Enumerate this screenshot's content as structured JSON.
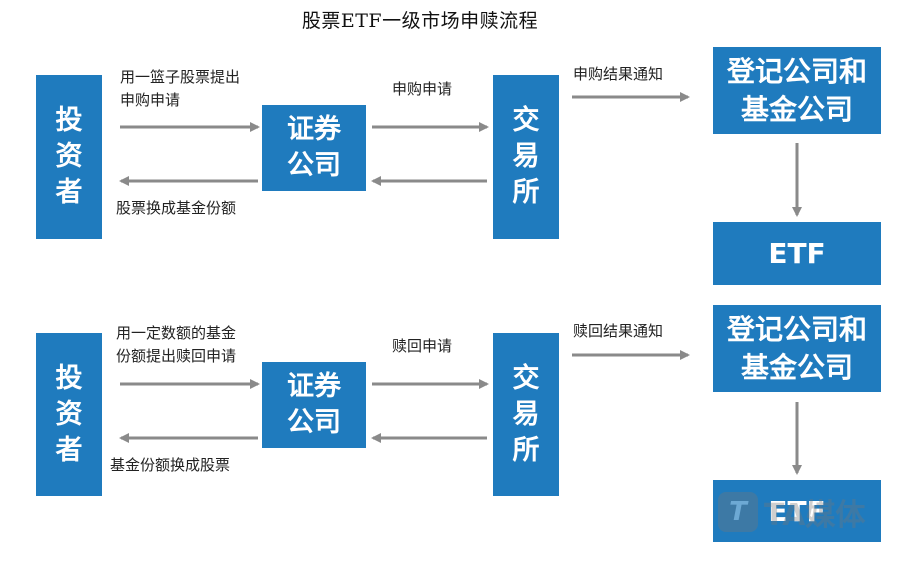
{
  "title": "股票ETF一级市场申赎流程",
  "top": {
    "investor": "投\n资\n者",
    "broker": "证券\n公司",
    "exchange": "交\n易\n所",
    "registrar": "登记公司和\n基金公司",
    "etf": "ETF",
    "label_inv_to_broker": "用一篮子股票提出\n申购申请",
    "label_broker_to_inv": "股票换成基金份额",
    "label_broker_to_exch": "申购申请",
    "label_exch_to_reg": "申购结果通知"
  },
  "bottom": {
    "investor": "投\n资\n者",
    "broker": "证券\n公司",
    "exchange": "交\n易\n所",
    "registrar": "登记公司和\n基金公司",
    "etf": "ETF",
    "label_inv_to_broker": "用一定数额的基金\n份额提出赎回申请",
    "label_broker_to_inv": "基金份额换成股票",
    "label_broker_to_exch": "赎回申请",
    "label_exch_to_reg": "赎回结果通知"
  },
  "watermark": {
    "badge": "T",
    "text": "TA媒体"
  },
  "colors": {
    "box": "#1f7bbe",
    "arrow": "#8a8a8a"
  }
}
